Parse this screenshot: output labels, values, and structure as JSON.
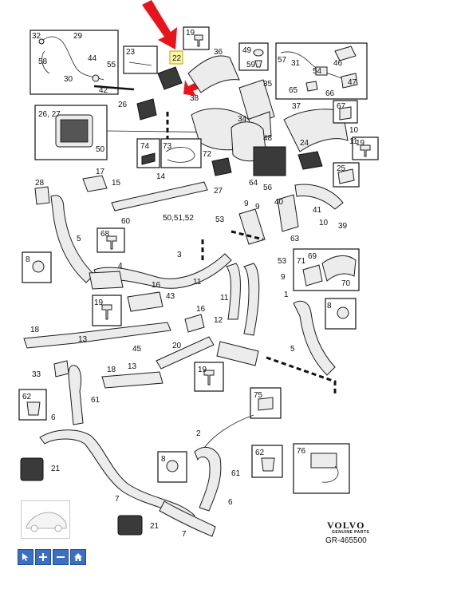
{
  "diagram": {
    "brand": "VOLVO",
    "brand_sub": "GENUINE PARTS",
    "reference": "GR-465500",
    "highlighted_part": "22",
    "callouts": [
      {
        "id": "c22",
        "label": "22"
      },
      {
        "id": "c23",
        "label": "23"
      },
      {
        "id": "c19a",
        "label": "19"
      },
      {
        "id": "c36",
        "label": "36"
      },
      {
        "id": "c49",
        "label": "49"
      },
      {
        "id": "c59",
        "label": "59"
      },
      {
        "id": "c57",
        "label": "57"
      },
      {
        "id": "c31",
        "label": "31"
      },
      {
        "id": "c46",
        "label": "46"
      },
      {
        "id": "c54",
        "label": "54"
      },
      {
        "id": "c47",
        "label": "47"
      },
      {
        "id": "c65",
        "label": "65"
      },
      {
        "id": "c66",
        "label": "66"
      },
      {
        "id": "c32",
        "label": "32"
      },
      {
        "id": "c29",
        "label": "29"
      },
      {
        "id": "c58",
        "label": "58"
      },
      {
        "id": "c44",
        "label": "44"
      },
      {
        "id": "c55",
        "label": "55"
      },
      {
        "id": "c30",
        "label": "30"
      },
      {
        "id": "c42",
        "label": "42"
      },
      {
        "id": "c35",
        "label": "35"
      },
      {
        "id": "c38",
        "label": "38"
      },
      {
        "id": "c26",
        "label": "26"
      },
      {
        "id": "c2627",
        "label": "26, 27"
      },
      {
        "id": "c50",
        "label": "50"
      },
      {
        "id": "c34",
        "label": "34"
      },
      {
        "id": "c37",
        "label": "37"
      },
      {
        "id": "c67",
        "label": "67"
      },
      {
        "id": "c10a",
        "label": "10"
      },
      {
        "id": "c11a",
        "label": "11"
      },
      {
        "id": "c48",
        "label": "48"
      },
      {
        "id": "c74",
        "label": "74"
      },
      {
        "id": "c73",
        "label": "73"
      },
      {
        "id": "c72",
        "label": "72"
      },
      {
        "id": "c24",
        "label": "24"
      },
      {
        "id": "c19b",
        "label": "19"
      },
      {
        "id": "c25",
        "label": "25"
      },
      {
        "id": "c17",
        "label": "17"
      },
      {
        "id": "c15",
        "label": "15"
      },
      {
        "id": "c14",
        "label": "14"
      },
      {
        "id": "c27",
        "label": "27"
      },
      {
        "id": "c64",
        "label": "64"
      },
      {
        "id": "c56",
        "label": "56"
      },
      {
        "id": "c28",
        "label": "28"
      },
      {
        "id": "c60",
        "label": "60"
      },
      {
        "id": "c505152",
        "label": "50,51,52"
      },
      {
        "id": "c9a",
        "label": "9"
      },
      {
        "id": "c40",
        "label": "40"
      },
      {
        "id": "c41",
        "label": "41"
      },
      {
        "id": "c10b",
        "label": "10"
      },
      {
        "id": "c39",
        "label": "39"
      },
      {
        "id": "c53a",
        "label": "53"
      },
      {
        "id": "c9b",
        "label": "9"
      },
      {
        "id": "c63",
        "label": "63"
      },
      {
        "id": "c68",
        "label": "68"
      },
      {
        "id": "c5a",
        "label": "5"
      },
      {
        "id": "c8a",
        "label": "8"
      },
      {
        "id": "c4",
        "label": "4"
      },
      {
        "id": "c3",
        "label": "3"
      },
      {
        "id": "c53b",
        "label": "53"
      },
      {
        "id": "c71",
        "label": "71"
      },
      {
        "id": "c69",
        "label": "69"
      },
      {
        "id": "c70",
        "label": "70"
      },
      {
        "id": "c16a",
        "label": "16"
      },
      {
        "id": "c11b",
        "label": "11"
      },
      {
        "id": "c9c",
        "label": "9"
      },
      {
        "id": "c43",
        "label": "43"
      },
      {
        "id": "c19c",
        "label": "19"
      },
      {
        "id": "c16b",
        "label": "16"
      },
      {
        "id": "c11c",
        "label": "11"
      },
      {
        "id": "c1",
        "label": "1"
      },
      {
        "id": "c8b",
        "label": "8"
      },
      {
        "id": "c18a",
        "label": "18"
      },
      {
        "id": "c13a",
        "label": "13"
      },
      {
        "id": "c45",
        "label": "45"
      },
      {
        "id": "c12",
        "label": "12"
      },
      {
        "id": "c20",
        "label": "20"
      },
      {
        "id": "c5b",
        "label": "5"
      },
      {
        "id": "c33",
        "label": "33"
      },
      {
        "id": "c18b",
        "label": "18"
      },
      {
        "id": "c13b",
        "label": "13"
      },
      {
        "id": "c19d",
        "label": "19"
      },
      {
        "id": "c75",
        "label": "75"
      },
      {
        "id": "c62a",
        "label": "62"
      },
      {
        "id": "c61a",
        "label": "61"
      },
      {
        "id": "c6a",
        "label": "6"
      },
      {
        "id": "c2",
        "label": "2"
      },
      {
        "id": "c21a",
        "label": "21"
      },
      {
        "id": "c8c",
        "label": "8"
      },
      {
        "id": "c62b",
        "label": "62"
      },
      {
        "id": "c76",
        "label": "76"
      },
      {
        "id": "c61b",
        "label": "61"
      },
      {
        "id": "c7a",
        "label": "7"
      },
      {
        "id": "c6b",
        "label": "6"
      },
      {
        "id": "c21b",
        "label": "21"
      },
      {
        "id": "c7b",
        "label": "7"
      }
    ]
  },
  "toolbar": {
    "select_icon": "cursor-icon",
    "zoom_in_icon": "plus-icon",
    "zoom_out_icon": "minus-icon",
    "home_icon": "home-icon"
  }
}
